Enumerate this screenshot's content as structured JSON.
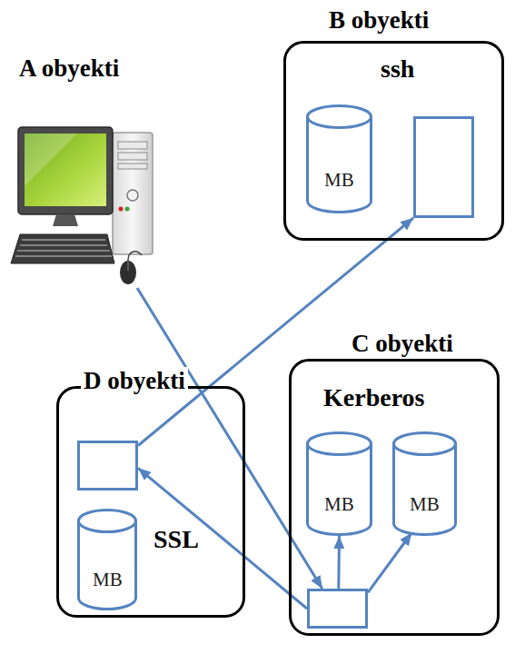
{
  "diagram": {
    "nodes": [
      {
        "text": [
          "A obyekti"
        ]
      },
      {
        "text": [
          "B obyekti",
          "ssh"
        ]
      },
      {
        "text": [
          "MB"
        ],
        "in": 1
      },
      {
        "text": [],
        "in": 1
      },
      {
        "text": [
          "D obyekti",
          "SSL"
        ]
      },
      {
        "text": [],
        "in": 4
      },
      {
        "text": [
          "MB"
        ],
        "in": 4
      },
      {
        "text": [
          "C obyekti",
          "Kerberos"
        ]
      },
      {
        "text": [
          "MB"
        ],
        "in": 7
      },
      {
        "text": [
          "MB"
        ],
        "in": 7
      },
      {
        "text": [],
        "in": 7
      }
    ],
    "edges": [
      {
        "from": 0,
        "to": 10,
        "arrow": "to"
      },
      {
        "from": 10,
        "to": 5,
        "arrow": "to"
      },
      {
        "from": 10,
        "to": 8,
        "arrow": "to"
      },
      {
        "from": 10,
        "to": 9,
        "arrow": "to"
      },
      {
        "from": 5,
        "to": 3,
        "arrow": "to"
      }
    ]
  }
}
